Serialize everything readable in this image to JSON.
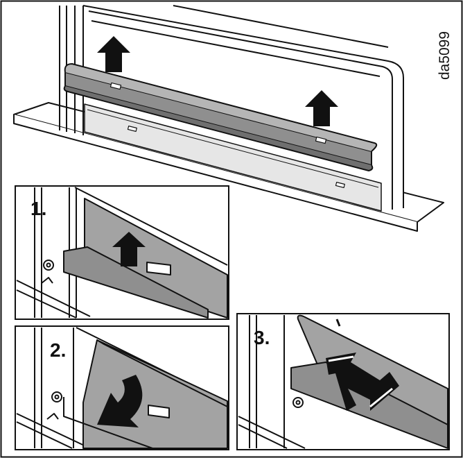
{
  "figure": {
    "code": "da5099",
    "steps": [
      {
        "label": "1."
      },
      {
        "label": "2."
      },
      {
        "label": "3."
      }
    ]
  },
  "colors": {
    "line": "#111111",
    "panel_gray": "#9e9e9e",
    "arrow": "#111111",
    "background": "#ffffff"
  },
  "icons": [
    "up-arrow-icon",
    "curved-arrow-icon",
    "double-headed-arrow-icon"
  ]
}
